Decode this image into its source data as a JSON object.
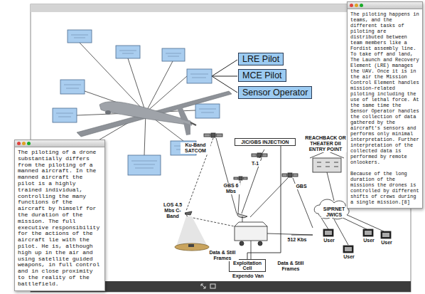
{
  "diagram": {
    "nodes": [
      {
        "text": [
          "LRE Pilot"
        ]
      },
      {
        "text": [
          "MCE Pilot"
        ]
      },
      {
        "text": [
          "Sensor Operator"
        ]
      },
      {
        "text": [
          "JIC/GBS INJECTION"
        ]
      },
      {
        "text": [
          "Exploitation Cell"
        ]
      },
      {
        "text": [
          "The piloting of a drone substantially differs from the piloting of a manned aircraft. In the manned aircraft the pilot is a highly trained individual, controlling the many functions of the aircraft by himself for the duration of the mission. The full executive responsibility for the actions of the aircraft lie with the pilot. He is, although high up in the air and using satellite guided weapons, in full control and in close proximity to the reality of the battlefield."
        ]
      },
      {
        "text": [
          "The piloting happens in teams, and the different tasks of piloting are distributed between team members like a Fordist assembly line. To take off and land, The Launch and Recovery Element (LRE) manages the UAV. Once it is in the air the Mission Control Element handles mission-related piloting including the use of lethal force. At the same time the Sensor Operator handles the collection of data gathered by the aircraft's sensors and performs only minimal interpretation. Further interpretation of the collected data is performed by remote onlookers.",
          "Because of the long duration of the missions the drones is controlled by different shifts of crews during a single mission.[8]"
        ]
      }
    ],
    "edges": [
      {
        "from": 3,
        "to": 4,
        "arrow": "none"
      }
    ],
    "labels": [
      "Ku-Band SATCOM",
      "T-1",
      "GBS 6 Mbs",
      "LOS 4.5 Mbs C-Band",
      "GBS",
      "REACHBACK OR THEATER DII ENTRY POINT",
      "SIPRNET JWICS",
      "512 Kbs",
      "User",
      "User",
      "User",
      "User",
      "Data & Still Frames",
      "Data & Still Frames",
      "Expendo Van"
    ]
  }
}
